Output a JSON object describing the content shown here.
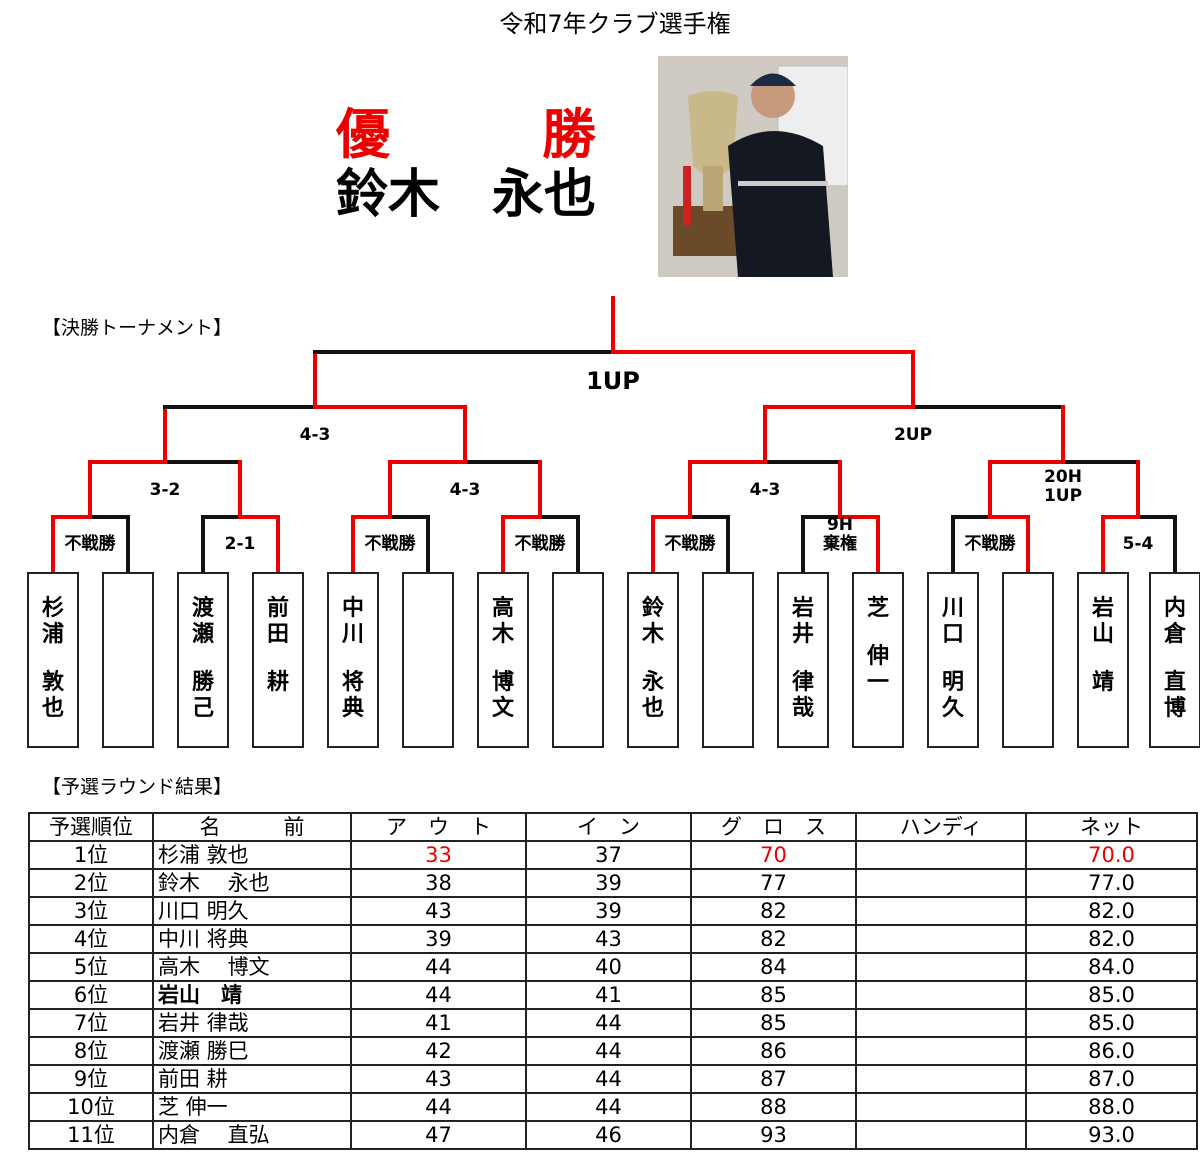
{
  "title": "令和7年クラブ選手権",
  "champion": {
    "label_1": "優",
    "label_2": "勝",
    "name": "鈴木　永也"
  },
  "colors": {
    "winner_line": "#ee0000",
    "line": "#111111"
  },
  "final_section": "【決勝トーナメント】",
  "prelim_section": "【予選ラウンド結果】",
  "bracket": {
    "final": "1UP",
    "semis": [
      "4-3",
      "2UP"
    ],
    "quarters": [
      "3-2",
      "4-3",
      "4-3",
      "20H\n1UP"
    ],
    "round1": [
      "不戦勝",
      "2-1",
      "不戦勝",
      "不戦勝",
      "不戦勝",
      "9H\n棄権",
      "不戦勝",
      "5-4"
    ],
    "players": [
      {
        "family": "杉浦",
        "given": "敦也"
      },
      {
        "family": "",
        "given": ""
      },
      {
        "family": "渡瀬",
        "given": "勝己"
      },
      {
        "family": "前田",
        "given": "耕"
      },
      {
        "family": "中川",
        "given": "将典"
      },
      {
        "family": "",
        "given": ""
      },
      {
        "family": "高木",
        "given": "博文"
      },
      {
        "family": "",
        "given": ""
      },
      {
        "family": "鈴木",
        "given": "永也"
      },
      {
        "family": "",
        "given": ""
      },
      {
        "family": "岩井",
        "given": "律哉"
      },
      {
        "family": "芝",
        "given": "伸一"
      },
      {
        "family": "川口",
        "given": "明久"
      },
      {
        "family": "",
        "given": ""
      },
      {
        "family": "岩山",
        "given": "靖"
      },
      {
        "family": "内倉",
        "given": "直博"
      }
    ]
  },
  "results": {
    "headers": [
      "予選順位",
      "名　　　前",
      "ア　ウ　ト",
      "イ　ン",
      "グ　ロ　ス",
      "ハンディ",
      "ネット"
    ],
    "rows": [
      {
        "rank": "1位",
        "name": "杉浦 敦也",
        "out": "33",
        "in": "37",
        "gross": "70",
        "handicap": "",
        "net": "70.0",
        "highlight": true
      },
      {
        "rank": "2位",
        "name": "鈴木　 永也",
        "out": "38",
        "in": "39",
        "gross": "77",
        "handicap": "",
        "net": "77.0"
      },
      {
        "rank": "3位",
        "name": "川口 明久",
        "out": "43",
        "in": "39",
        "gross": "82",
        "handicap": "",
        "net": "82.0"
      },
      {
        "rank": "4位",
        "name": "中川 将典",
        "out": "39",
        "in": "43",
        "gross": "82",
        "handicap": "",
        "net": "82.0"
      },
      {
        "rank": "5位",
        "name": "高木　 博文",
        "out": "44",
        "in": "40",
        "gross": "84",
        "handicap": "",
        "net": "84.0"
      },
      {
        "rank": "6位",
        "name": "岩山　靖",
        "out": "44",
        "in": "41",
        "gross": "85",
        "handicap": "",
        "net": "85.0"
      },
      {
        "rank": "7位",
        "name": "岩井 律哉",
        "out": "41",
        "in": "44",
        "gross": "85",
        "handicap": "",
        "net": "85.0"
      },
      {
        "rank": "8位",
        "name": "渡瀬 勝巳",
        "out": "42",
        "in": "44",
        "gross": "86",
        "handicap": "",
        "net": "86.0"
      },
      {
        "rank": "9位",
        "name": "前田 耕",
        "out": "43",
        "in": "44",
        "gross": "87",
        "handicap": "",
        "net": "87.0"
      },
      {
        "rank": "10位",
        "name": "芝 伸一",
        "out": "44",
        "in": "44",
        "gross": "88",
        "handicap": "",
        "net": "88.0"
      },
      {
        "rank": "11位",
        "name": "内倉　 直弘",
        "out": "47",
        "in": "46",
        "gross": "93",
        "handicap": "",
        "net": "93.0"
      }
    ]
  }
}
